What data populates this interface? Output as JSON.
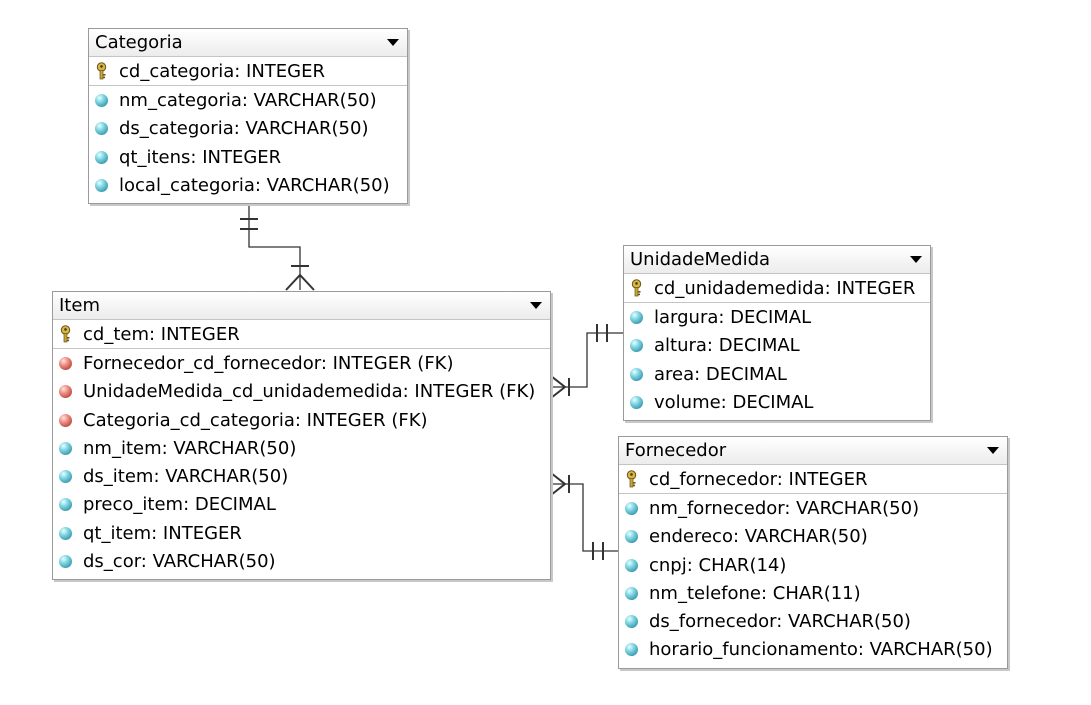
{
  "entities": {
    "categoria": {
      "title": "Categoria",
      "pk": {
        "label": "cd_categoria: INTEGER",
        "icon": "key-icon"
      },
      "attributes": [
        {
          "label": "nm_categoria: VARCHAR(50)",
          "icon": "attribute-icon"
        },
        {
          "label": "ds_categoria: VARCHAR(50)",
          "icon": "attribute-icon"
        },
        {
          "label": "qt_itens: INTEGER",
          "icon": "attribute-icon"
        },
        {
          "label": "local_categoria: VARCHAR(50)",
          "icon": "attribute-icon"
        }
      ]
    },
    "item": {
      "title": "Item",
      "pk": {
        "label": "cd_tem: INTEGER",
        "icon": "key-icon"
      },
      "attributes": [
        {
          "label": "Fornecedor_cd_fornecedor: INTEGER (FK)",
          "icon": "foreign-key-icon"
        },
        {
          "label": "UnidadeMedida_cd_unidademedida: INTEGER (FK)",
          "icon": "foreign-key-icon"
        },
        {
          "label": "Categoria_cd_categoria: INTEGER (FK)",
          "icon": "foreign-key-icon"
        },
        {
          "label": "nm_item: VARCHAR(50)",
          "icon": "attribute-icon"
        },
        {
          "label": "ds_item: VARCHAR(50)",
          "icon": "attribute-icon"
        },
        {
          "label": "preco_item: DECIMAL",
          "icon": "attribute-icon"
        },
        {
          "label": "qt_item: INTEGER",
          "icon": "attribute-icon"
        },
        {
          "label": "ds_cor: VARCHAR(50)",
          "icon": "attribute-icon"
        }
      ]
    },
    "unidademedida": {
      "title": "UnidadeMedida",
      "pk": {
        "label": "cd_unidademedida: INTEGER",
        "icon": "key-icon"
      },
      "attributes": [
        {
          "label": "largura: DECIMAL",
          "icon": "attribute-icon"
        },
        {
          "label": "altura: DECIMAL",
          "icon": "attribute-icon"
        },
        {
          "label": "area: DECIMAL",
          "icon": "attribute-icon"
        },
        {
          "label": "volume: DECIMAL",
          "icon": "attribute-icon"
        }
      ]
    },
    "fornecedor": {
      "title": "Fornecedor",
      "pk": {
        "label": "cd_fornecedor: INTEGER",
        "icon": "key-icon"
      },
      "attributes": [
        {
          "label": "nm_fornecedor: VARCHAR(50)",
          "icon": "attribute-icon"
        },
        {
          "label": "endereco: VARCHAR(50)",
          "icon": "attribute-icon"
        },
        {
          "label": "cnpj: CHAR(14)",
          "icon": "attribute-icon"
        },
        {
          "label": "nm_telefone: CHAR(11)",
          "icon": "attribute-icon"
        },
        {
          "label": "ds_fornecedor: VARCHAR(50)",
          "icon": "attribute-icon"
        },
        {
          "label": "horario_funcionamento: VARCHAR(50)",
          "icon": "attribute-icon"
        }
      ]
    }
  },
  "relationships": [
    {
      "from": "Categoria",
      "to": "Item",
      "from_cardinality": "one-and-only-one",
      "to_cardinality": "one-or-many"
    },
    {
      "from": "UnidadeMedida",
      "to": "Item",
      "from_cardinality": "one-and-only-one",
      "to_cardinality": "one-or-many"
    },
    {
      "from": "Fornecedor",
      "to": "Item",
      "from_cardinality": "one-and-only-one",
      "to_cardinality": "one-or-many"
    }
  ],
  "colors": {
    "pk_key": "#c9a531",
    "attribute": "#3fa6b8",
    "foreign_key": "#d0554a",
    "border": "#9a9a9a"
  }
}
